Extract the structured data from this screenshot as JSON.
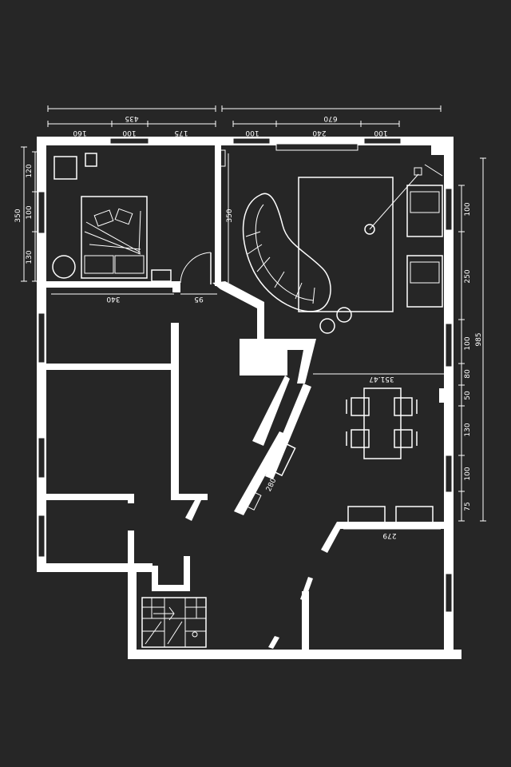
{
  "colors": {
    "background": "#262626",
    "line": "#ffffff"
  },
  "dimensions": {
    "top_total_left": "435",
    "top_total_right": "670",
    "top_seg_1": "160",
    "top_seg_2": "100",
    "top_seg_3": "175",
    "top_seg_4": "100",
    "top_seg_5": "240",
    "top_seg_6": "100",
    "left_total": "350",
    "left_seg_1": "120",
    "left_seg_2": "100",
    "left_seg_3": "130",
    "bedroom_width": "340",
    "door_width": "95",
    "living_height": "350",
    "dining_width": "351.47",
    "right_total": "985",
    "right_seg_1": "100",
    "right_seg_2": "250",
    "right_seg_3": "100",
    "right_seg_4": "80",
    "right_seg_5": "50",
    "right_seg_6": "130",
    "right_seg_7": "100",
    "right_seg_8": "75",
    "kitchen_width": "279",
    "counter_length": "280"
  }
}
